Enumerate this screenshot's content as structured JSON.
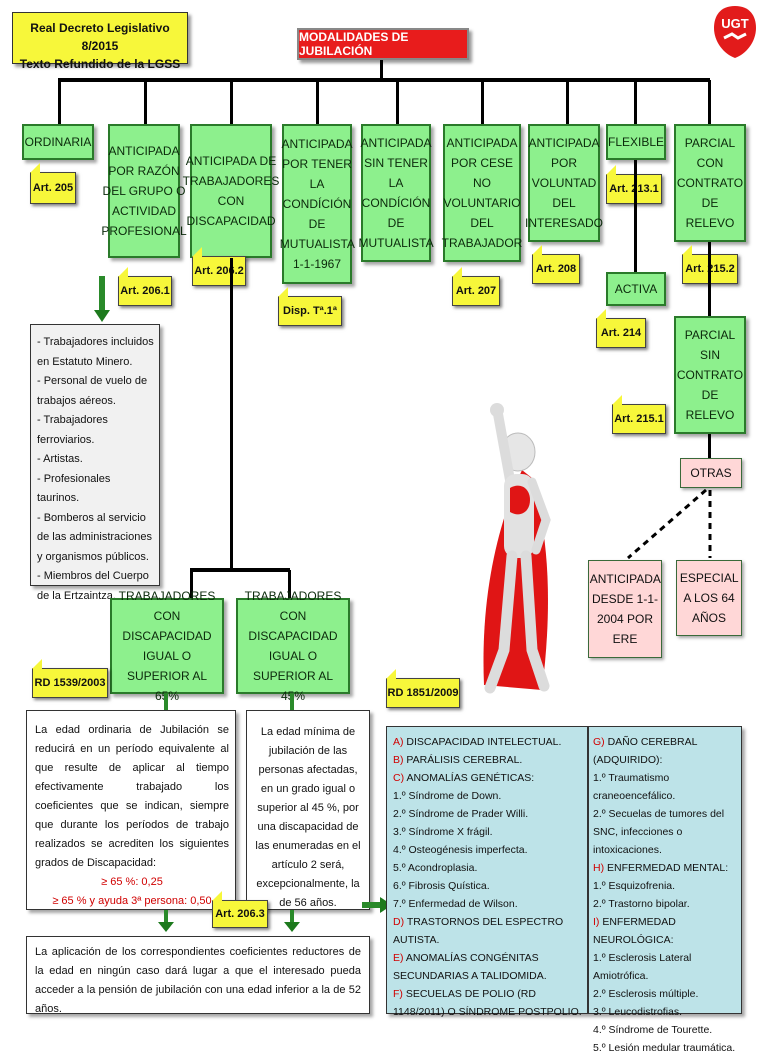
{
  "header": {
    "law_line1": "Real Decreto Legislativo 8/2015",
    "law_line2": "Texto Refundido de la LGSS",
    "title": "MODALIDADES DE JUBILACIÓN",
    "logo_text": "UGT"
  },
  "modalities": [
    {
      "label": "ORDINARIA",
      "article": "Art. 205"
    },
    {
      "label": "ANTICIPADA POR RAZÓN DEL GRUPO O ACTIVIDAD PROFESIONAL",
      "article": "Art. 206.1"
    },
    {
      "label": "ANTICIPADA DE TRABAJADORES CON DISCAPACIDAD",
      "article": "Art. 206.2"
    },
    {
      "label": "ANTICIPADA POR TENER LA CONDÍCIÓN DE MUTUALISTA 1-1-1967",
      "article": "Disp. Tª.1ª"
    },
    {
      "label": "ANTICIPADA SIN TENER LA CONDÍCIÓN DE MUTUALISTA",
      "article": ""
    },
    {
      "label": "ANTICIPADA POR CESE NO VOLUNTARIO DEL TRABAJADOR",
      "article": "Art. 207"
    },
    {
      "label": "ANTICIPADA POR VOLUNTAD DEL INTERESADO",
      "article": "Art. 208"
    },
    {
      "label": "FLEXIBLE",
      "article": "Art. 213.1"
    },
    {
      "label": "PARCIAL CON CONTRATO DE RELEVO",
      "article": "Art. 215.2"
    }
  ],
  "sub": {
    "activa": "ACTIVA",
    "activa_article": "Art. 214",
    "parcial_sin": "PARCIAL SIN CONTRATO DE RELEVO",
    "parcial_sin_article": "Art. 215.1",
    "otras": "OTRAS",
    "otras_a": "ANTICIPADA DESDE 1-1-2004 POR ERE",
    "otras_b": "ESPECIAL A LOS 64 AÑOS"
  },
  "grupo_list": [
    "- Trabajadores incluidos en Estatuto Minero.",
    "- Personal de vuelo de trabajos aéreos.",
    "- Trabajadores ferroviarios.",
    "- Artistas.",
    "- Profesionales taurinos.",
    "- Bomberos al servicio de las administraciones y organismos públicos.",
    "- Miembros del Cuerpo de la Ertzaintza."
  ],
  "disc": {
    "d65_label": "TRABAJADORES CON DISCAPACIDAD IGUAL O SUPERIOR AL 65%",
    "d45_label": "TRABAJADORES CON DISCAPACIDAD IGUAL O SUPERIOR AL 45%",
    "rd1539": "RD 1539/2003",
    "rd1851": "RD 1851/2009",
    "art2063": "Art. 206.3",
    "d65_text": "La edad ordinaria de Jubilación se reducirá en un período equivalente al que resulte de aplicar al tiempo efectivamente trabajado los coeficientes que se indican, siempre que durante los períodos de trabajo realizados se acrediten los siguientes grados de Discapacidad:",
    "d65_c1": "≥ 65 %: 0,25",
    "d65_c2": "≥ 65 % y ayuda 3ª persona: 0,50",
    "d45_text": "La edad mínima de jubilación de las personas afectadas, en un grado igual o superior al 45 %, por una discapacidad de las enumeradas en el artículo 2 será, excepcionalmente, la de 56 años.",
    "bottom_text": "La aplicación de los correspondientes coeficientes reductores de la edad en ningún caso dará lugar a que el interesado pueda acceder a la pensión de jubilación con una edad inferior a la de 52 años."
  },
  "rd_list_left": [
    {
      "letter": "A)",
      "text": "DISCAPACIDAD INTELECTUAL."
    },
    {
      "letter": "B)",
      "text": "PARÁLISIS CEREBRAL."
    },
    {
      "letter": "C)",
      "text": "ANOMALÍAS GENÉTICAS:"
    },
    {
      "letter": "",
      "text": "1.º Síndrome de Down."
    },
    {
      "letter": "",
      "text": "2.º Síndrome de Prader Willi."
    },
    {
      "letter": "",
      "text": "3.º Síndrome X frágil."
    },
    {
      "letter": "",
      "text": "4.º Osteogénesis imperfecta."
    },
    {
      "letter": "",
      "text": "5.º Acondroplasia."
    },
    {
      "letter": "",
      "text": "6.º Fibrosis Quística."
    },
    {
      "letter": "",
      "text": "7.º Enfermedad de Wilson."
    },
    {
      "letter": "D)",
      "text": "TRASTORNOS DEL ESPECTRO AUTISTA."
    },
    {
      "letter": "E)",
      "text": "ANOMALÍAS CONGÉNITAS SECUNDARIAS A TALIDOMIDA."
    },
    {
      "letter": "F)",
      "text": "SECUELAS DE POLIO (RD 1148/2011) O SÍNDROME POSTPOLIO."
    }
  ],
  "rd_list_right": [
    {
      "letter": "G)",
      "text": "DAÑO CEREBRAL (ADQUIRIDO):"
    },
    {
      "letter": "",
      "text": "1.º Traumatismo craneoencefálico."
    },
    {
      "letter": "",
      "text": "2.º Secuelas de tumores del SNC, infecciones o intoxicaciones."
    },
    {
      "letter": "H)",
      "text": "ENFERMEDAD MENTAL:"
    },
    {
      "letter": "",
      "text": "1.º Esquizofrenia."
    },
    {
      "letter": "",
      "text": "2.º Trastorno bipolar."
    },
    {
      "letter": "I)",
      "text": "ENFERMEDAD NEUROLÓGICA:"
    },
    {
      "letter": "",
      "text": "1.º Esclerosis Lateral Amiotrófica."
    },
    {
      "letter": "",
      "text": "2.º Esclerosis múltiple."
    },
    {
      "letter": "",
      "text": "3.º Leucodistrofias."
    },
    {
      "letter": "",
      "text": "4.º Síndrome de Tourette."
    },
    {
      "letter": "",
      "text": "5.º Lesión medular traumática."
    }
  ]
}
